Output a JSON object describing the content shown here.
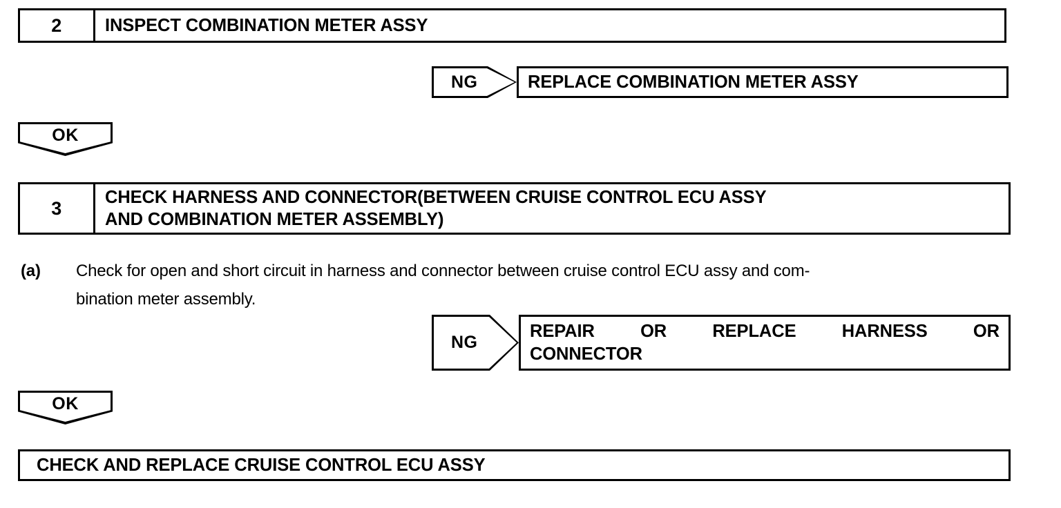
{
  "document": {
    "type": "automotive-service-manual-troubleshooting-flowchart",
    "title": "Cruise Control Diagnostic Flow"
  },
  "steps": [
    {
      "number": "2",
      "title": "INSPECT COMBINATION METER ASSY",
      "title_lines": [
        "INSPECT COMBINATION METER ASSY"
      ]
    },
    {
      "number": "3",
      "title": "CHECK HARNESS AND CONNECTOR(BETWEEN CRUISE CONTROL ECU ASSY AND COMBINATION METER ASSEMBLY)",
      "title_lines": [
        "CHECK HARNESS AND CONNECTOR(BETWEEN CRUISE CONTROL ECU ASSY",
        "AND COMBINATION METER ASSEMBLY)"
      ]
    }
  ],
  "ng_branches": [
    {
      "tag": "NG",
      "result_lines": [
        "REPLACE COMBINATION METER ASSY"
      ],
      "result_text": "REPLACE COMBINATION METER ASSY"
    },
    {
      "tag": "NG",
      "result_lines": [
        "REPAIR OR REPLACE HARNESS OR",
        "CONNECTOR"
      ],
      "result_text": "REPAIR OR REPLACE HARNESS OR CONNECTOR",
      "justified_words_line1": [
        "REPAIR",
        "OR",
        "REPLACE",
        "HARNESS",
        "OR"
      ]
    }
  ],
  "ok_tags": [
    {
      "label": "OK"
    },
    {
      "label": "OK"
    }
  ],
  "procedures": [
    {
      "marker": "(a)",
      "lines": [
        "Check for open and short circuit in harness and connector between cruise control ECU assy and com-",
        "bination meter assembly."
      ],
      "text": "Check for open and short circuit in harness and connector between cruise control ECU assy and combination meter assembly."
    }
  ],
  "conclusion": {
    "text": "CHECK AND REPLACE CRUISE CONTROL ECU ASSY"
  },
  "colors": {
    "ink": "#000000",
    "paper": "#ffffff"
  }
}
